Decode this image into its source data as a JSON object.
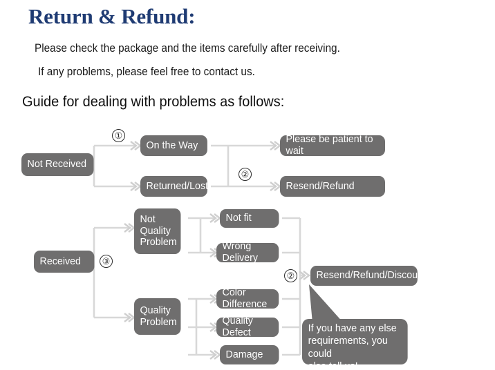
{
  "header": {
    "title": "Return & Refund:",
    "line1": "Please check the package and the items carefully after receiving.",
    "line2": "If any problems, please feel free to contact us.",
    "guide": "Guide for dealing with problems as follows:"
  },
  "colors": {
    "title": "#1f3b73",
    "node_fill": "#6f6e6e",
    "node_text": "#ffffff",
    "connector": "#d8d8d8",
    "body_text": "#1a1a1a"
  },
  "flow": {
    "markers": {
      "one": "①",
      "two_top": "②",
      "three": "③",
      "two_bottom": "②"
    },
    "nodes": {
      "not_received": "Not Received",
      "on_the_way": "On the Way",
      "returned_lost": "Returned/Lost",
      "please_wait": "Please be patient to wait",
      "resend_refund": "Resend/Refund",
      "received": "Received",
      "not_quality_problem": "Not\nQuality\nProblem",
      "quality_problem": "Quality\nProblem",
      "not_fit": "Not fit",
      "wrong_delivery": "Wrong Delivery",
      "color_difference": "Color Difference",
      "quality_defect": "Quality Defect",
      "damage": "Damage",
      "resend_refund_discount": "Resend/Refund/Discount"
    },
    "callout": "If you have any else\nrequirements, you could\nalso tell us!"
  }
}
